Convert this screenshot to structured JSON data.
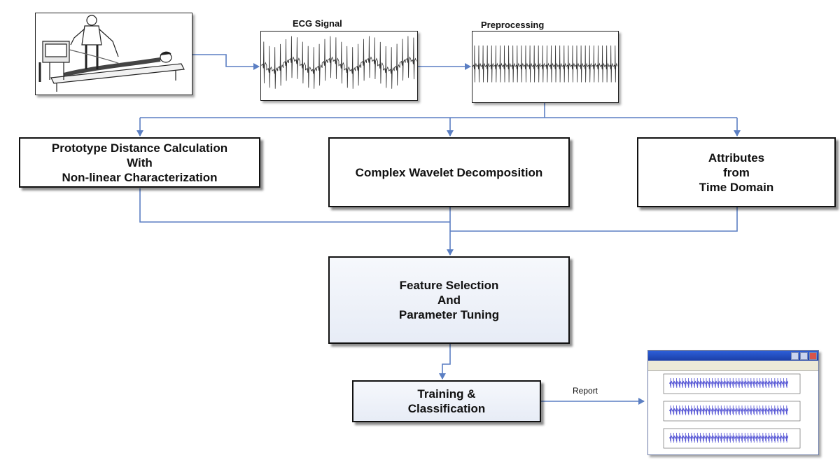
{
  "signals": {
    "ecg_caption": "ECG Signal",
    "preprocessing_caption": "Preprocessing"
  },
  "boxes": {
    "prototype": "Prototype Distance Calculation\nWith\nNon-linear Characterization",
    "wavelet": "Complex Wavelet Decomposition",
    "attributes": "Attributes\nfrom\nTime Domain",
    "feature_selection": "Feature Selection\nAnd\nParameter Tuning",
    "training": "Training &\nClassification"
  },
  "report_label": "Report",
  "colors": {
    "connector": "#5b7fc3",
    "waveform": "#333333",
    "report_trace": "#5a5ad6"
  },
  "icons": {
    "patient": "patient-ecg-illustration",
    "report_window": "ecg-report-window"
  }
}
